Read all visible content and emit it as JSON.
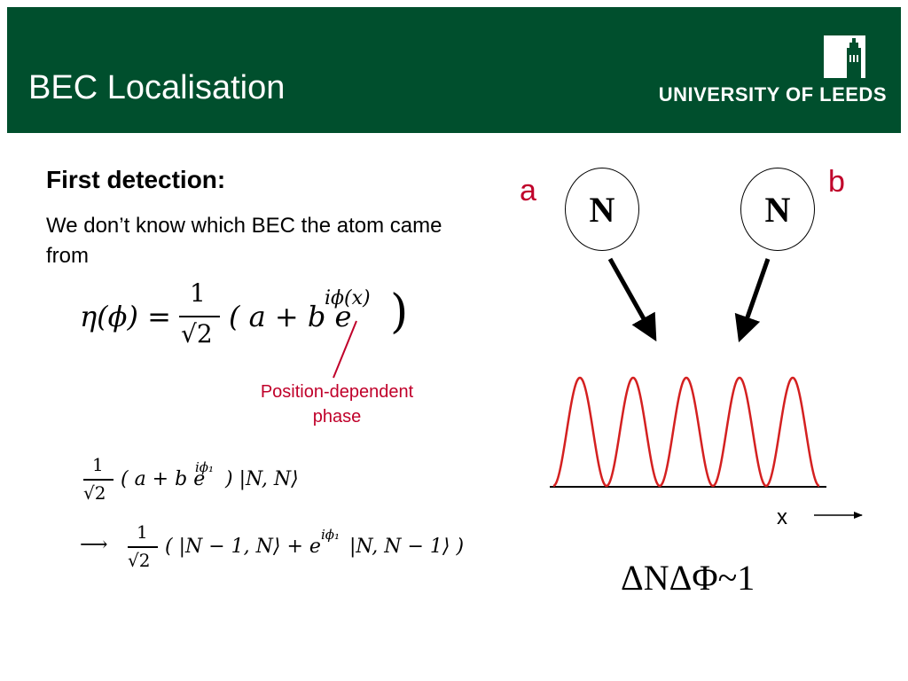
{
  "slide": {
    "title": "BEC Localisation",
    "logo_text": "UNIVERSITY OF LEEDS",
    "heading": "First detection:",
    "paragraph": "We don’t know which BEC the atom came from",
    "annotation": "Position-dependent phase"
  },
  "equations": {
    "eta_lhs": "η(ϕ) =",
    "eta_num": "1",
    "eta_den": "√2",
    "eta_rhs": "( a + b e",
    "eta_sup": "iϕ(x)",
    "eta_close": ")",
    "state1_num": "1",
    "state1_den": "√2",
    "state1_body": "( a + b e",
    "state1_sup": "iϕ₁",
    "state1_tail": ") |N, N⟩",
    "state2_arrow": "⟶",
    "state2_num": "1",
    "state2_den": "√2",
    "state2_body": "( |N − 1, N⟩ + e",
    "state2_sup": "iϕ₁",
    "state2_tail": "|N, N − 1⟩ )"
  },
  "diagram": {
    "label_a": "a",
    "label_b": "b",
    "condensate_a": "N",
    "condensate_b": "N",
    "axis_label": "x",
    "uncertainty": "ΔNΔΦ~1",
    "fringe_count": 5,
    "fringe_color": "#d42020",
    "label_color": "#c0002a"
  },
  "colors": {
    "header_bg": "#004f2d",
    "accent": "#c0002a"
  }
}
